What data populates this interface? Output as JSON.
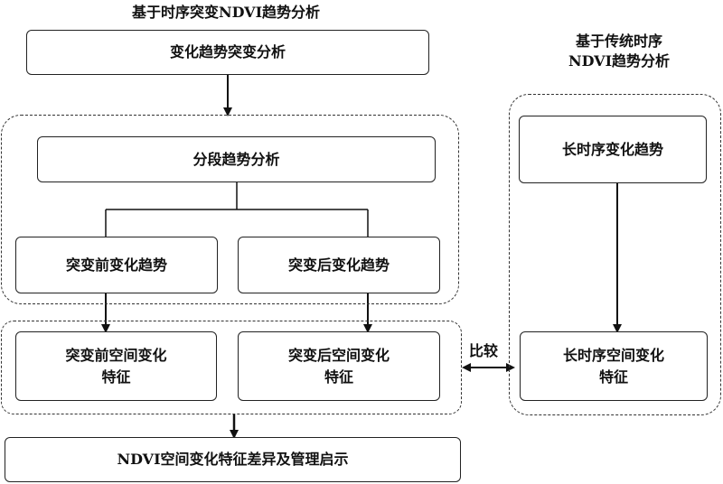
{
  "left_heading": "基于时序突变NDVI趋势分析",
  "right_heading_line1": "基于传统时序",
  "right_heading_line2": "NDVI趋势分析",
  "boxes": {
    "change_trend_abrupt": "变化趋势突变分析",
    "segmented_trend": "分段趋势分析",
    "pre_abrupt_trend": "突变前变化趋势",
    "post_abrupt_trend": "突变后变化趋势",
    "pre_spatial_line1": "突变前空间变化",
    "pre_spatial_line2": "特征",
    "post_spatial_line1": "突变后空间变化",
    "post_spatial_line2": "特征",
    "long_trend": "长时序变化趋势",
    "long_spatial_line1": "长时序空间变化",
    "long_spatial_line2": "特征",
    "final": "NDVI空间变化特征差异及管理启示"
  },
  "compare_label": "比较"
}
